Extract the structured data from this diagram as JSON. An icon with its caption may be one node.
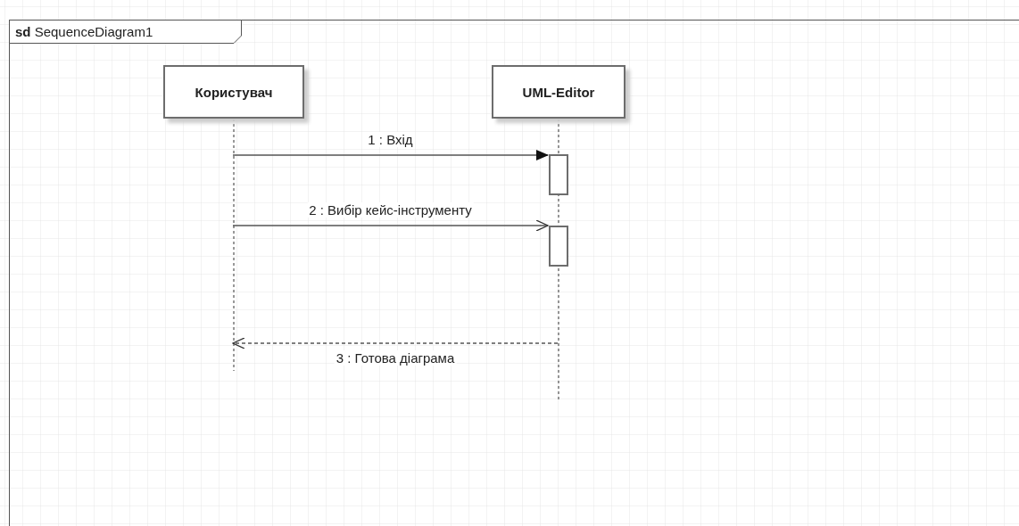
{
  "diagram": {
    "nodes": [
      {
        "text": [
          "**sd** SequenceDiagram1"
        ]
      },
      {
        "text": [
          "Користувач"
        ],
        "in": 0
      },
      {
        "text": [
          "UML-Editor"
        ],
        "in": 0
      },
      {
        "text": [],
        "shape": "bar",
        "in": 2
      },
      {
        "text": [],
        "shape": "bar",
        "in": 2
      }
    ],
    "edges": [
      {
        "from": 1,
        "to": 3,
        "arrow": "to",
        "label": "1 : Вхід"
      },
      {
        "from": 1,
        "to": 4,
        "arrow": "to",
        "label": "2 : Вибір кейс-інструменту"
      },
      {
        "from": 2,
        "to": 1,
        "arrow": "to",
        "label": "3 : Готова діаграма",
        "style": "dashed"
      }
    ]
  }
}
